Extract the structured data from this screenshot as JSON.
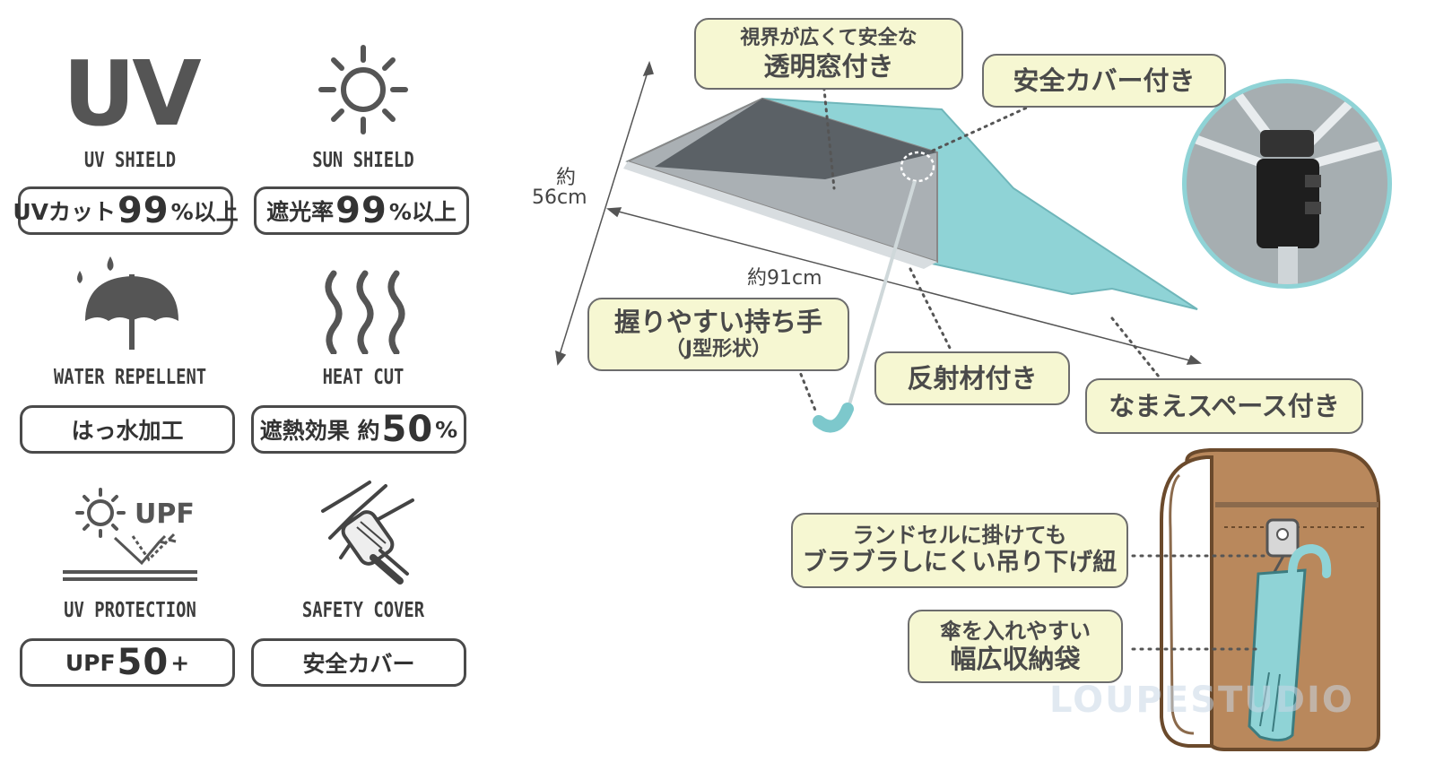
{
  "features": [
    {
      "icon": "uv-text-icon",
      "icon_text": "UV",
      "caption": "UV SHIELD",
      "pill": {
        "pre": "UVカット",
        "big": "99",
        "post": "%以上"
      }
    },
    {
      "icon": "sun-icon",
      "caption": "SUN SHIELD",
      "pill": {
        "pre": "遮光率",
        "big": "99",
        "post": "%以上"
      }
    },
    {
      "icon": "umbrella-rain-icon",
      "caption": "WATER REPELLENT",
      "pill": {
        "pre": "はっ水加工",
        "big": "",
        "post": ""
      }
    },
    {
      "icon": "heat-waves-icon",
      "caption": "HEAT CUT",
      "pill": {
        "pre": "遮熱効果 約",
        "big": "50",
        "post": "%"
      }
    },
    {
      "icon": "sun-upf-icon",
      "icon_text": "UPF",
      "caption": "UV PROTECTION",
      "pill": {
        "pre": "UPF",
        "big": "50",
        "post": "+"
      }
    },
    {
      "icon": "safety-cover-icon",
      "caption": "SAFETY COVER",
      "pill": {
        "pre": "安全カバー",
        "big": "",
        "post": ""
      }
    }
  ],
  "dimensions": {
    "height_label": "約",
    "height_value": "56cm",
    "length_label": "約91cm"
  },
  "callouts": {
    "window": {
      "line1": "視界が広くて安全な",
      "line2": "透明窓付き"
    },
    "cover": {
      "line1": "安全カバー付き"
    },
    "handle": {
      "line1": "握りやすい持ち手",
      "line2": "（J型形状）"
    },
    "reflector": {
      "line1": "反射材付き"
    },
    "name_space": {
      "line1": "なまえスペース付き"
    },
    "strap": {
      "line1": "ランドセルに掛けても",
      "line2": "ブラブラしにくい吊り下げ紐"
    },
    "bag": {
      "line1": "傘を入れやすい",
      "line2": "幅広収納袋"
    }
  },
  "watermark": "LOUPESTUDIO",
  "colors": {
    "umbrella": "#8fd3d6",
    "silver": "#9aa0a4",
    "backpack": "#b9885c",
    "callout_bg": "#f6f7d2",
    "ink": "#3a3a3a"
  }
}
